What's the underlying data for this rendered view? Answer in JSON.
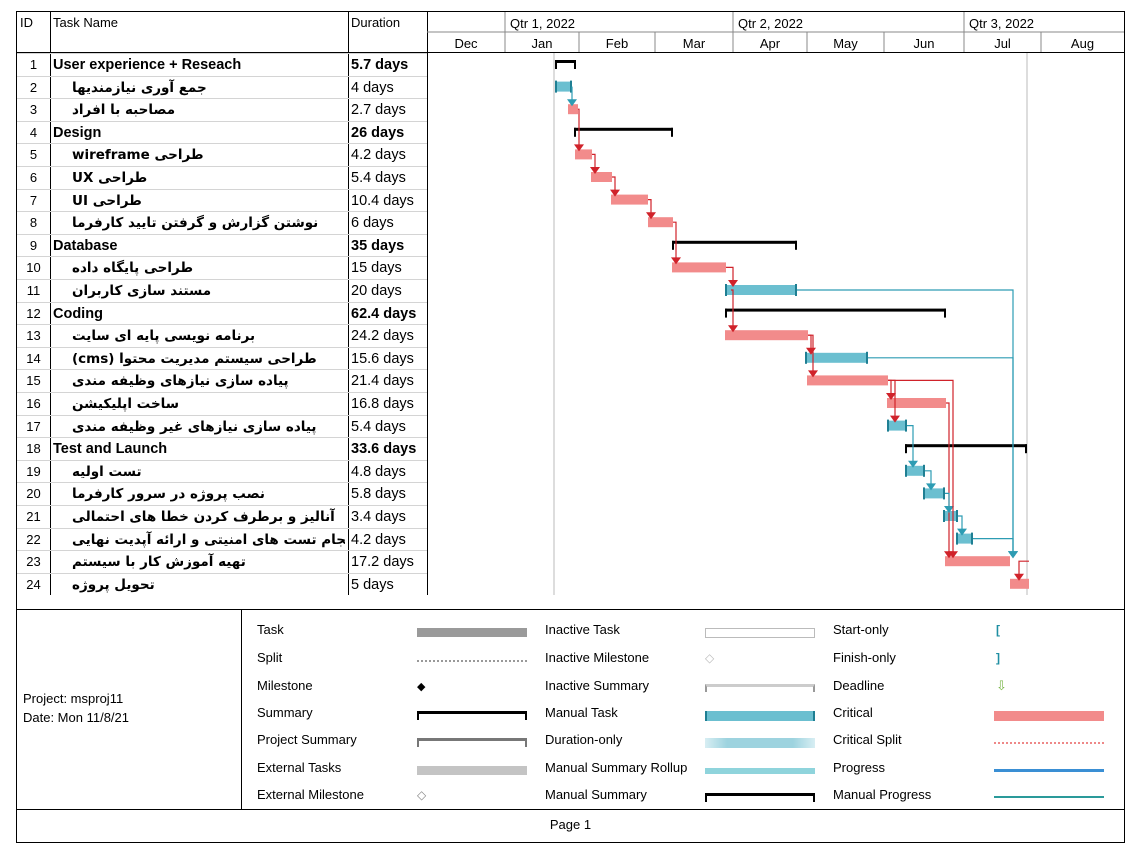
{
  "columns": {
    "id": "ID",
    "task_name": "Task Name",
    "duration": "Duration"
  },
  "timescale": {
    "quarters": [
      "Qtr 1, 2022",
      "Qtr 2, 2022",
      "Qtr 3, 2022"
    ],
    "months": [
      "Dec",
      "Jan",
      "Feb",
      "Mar",
      "Apr",
      "May",
      "Jun",
      "Jul",
      "Aug"
    ]
  },
  "tasks": [
    {
      "id": "1",
      "name": "User experience + Reseach",
      "duration": "5.7 days",
      "summary": true,
      "rtl": false
    },
    {
      "id": "2",
      "name": "جمع آوری نیازمندیها",
      "duration": "4 days",
      "summary": false,
      "rtl": true
    },
    {
      "id": "3",
      "name": "مصاحبه با افراد",
      "duration": "2.7 days",
      "summary": false,
      "rtl": true
    },
    {
      "id": "4",
      "name": "Design",
      "duration": "26 days",
      "summary": true,
      "rtl": false
    },
    {
      "id": "5",
      "name": "طراحی wireframe",
      "duration": "4.2 days",
      "summary": false,
      "rtl": true
    },
    {
      "id": "6",
      "name": "طراحی UX",
      "duration": "5.4 days",
      "summary": false,
      "rtl": true
    },
    {
      "id": "7",
      "name": "طراحی UI",
      "duration": "10.4 days",
      "summary": false,
      "rtl": true
    },
    {
      "id": "8",
      "name": "نوشتن گزارش و گرفتن تایید کارفرما",
      "duration": "6 days",
      "summary": false,
      "rtl": true
    },
    {
      "id": "9",
      "name": "Database",
      "duration": "35 days",
      "summary": true,
      "rtl": false
    },
    {
      "id": "10",
      "name": "طراحی پایگاه داده",
      "duration": "15 days",
      "summary": false,
      "rtl": true
    },
    {
      "id": "11",
      "name": "مستند سازی کاربران",
      "duration": "20 days",
      "summary": false,
      "rtl": true
    },
    {
      "id": "12",
      "name": "Coding",
      "duration": "62.4 days",
      "summary": true,
      "rtl": false
    },
    {
      "id": "13",
      "name": "برنامه نویسی پایه ای سایت",
      "duration": "24.2 days",
      "summary": false,
      "rtl": true
    },
    {
      "id": "14",
      "name": "طراحی سیستم مدیریت محتوا (cms)",
      "duration": "15.6 days",
      "summary": false,
      "rtl": true
    },
    {
      "id": "15",
      "name": "پیاده سازی نیازهای وظیفه مندی",
      "duration": "21.4 days",
      "summary": false,
      "rtl": true
    },
    {
      "id": "16",
      "name": "ساخت اپلیکیشن",
      "duration": "16.8 days",
      "summary": false,
      "rtl": true
    },
    {
      "id": "17",
      "name": "پیاده سازی نیازهای غیر وظیفه مندی",
      "duration": "5.4 days",
      "summary": false,
      "rtl": true
    },
    {
      "id": "18",
      "name": "Test and Launch",
      "duration": "33.6 days",
      "summary": true,
      "rtl": false
    },
    {
      "id": "19",
      "name": "تست اولیه",
      "duration": "4.8 days",
      "summary": false,
      "rtl": true
    },
    {
      "id": "20",
      "name": "نصب پروژه در سرور کارفرما",
      "duration": "5.8 days",
      "summary": false,
      "rtl": true
    },
    {
      "id": "21",
      "name": "آنالیز و برطرف کردن خطا های احتمالی",
      "duration": "3.4 days",
      "summary": false,
      "rtl": true
    },
    {
      "id": "22",
      "name": "انجام تست های امنیتی و ارائه آپدیت نهایی",
      "duration": "4.2 days",
      "summary": false,
      "rtl": true
    },
    {
      "id": "23",
      "name": "تهیه آموزش کار با سیستم",
      "duration": "17.2 days",
      "summary": false,
      "rtl": true
    },
    {
      "id": "24",
      "name": "تحویل پروژه",
      "duration": "5 days",
      "summary": false,
      "rtl": true
    }
  ],
  "colors": {
    "critical": "#f28b8b",
    "manual": "#6bbfd0",
    "summary": "#000000",
    "link_critical": "#d0222a",
    "link_manual": "#2d9cb3"
  },
  "project": {
    "project_label": "Project: msproj11",
    "date_label": "Date: Mon 11/8/21"
  },
  "legend": {
    "col1": [
      "Task",
      "Split",
      "Milestone",
      "Summary",
      "Project Summary",
      "External Tasks",
      "External Milestone"
    ],
    "col2": [
      "Inactive Task",
      "Inactive Milestone",
      "Inactive Summary",
      "Manual Task",
      "Duration-only",
      "Manual Summary Rollup",
      "Manual Summary"
    ],
    "col3": [
      "Start-only",
      "Finish-only",
      "Deadline",
      "Critical",
      "Critical Split",
      "Progress",
      "Manual Progress"
    ]
  },
  "footer": {
    "page_label": "Page 1"
  }
}
